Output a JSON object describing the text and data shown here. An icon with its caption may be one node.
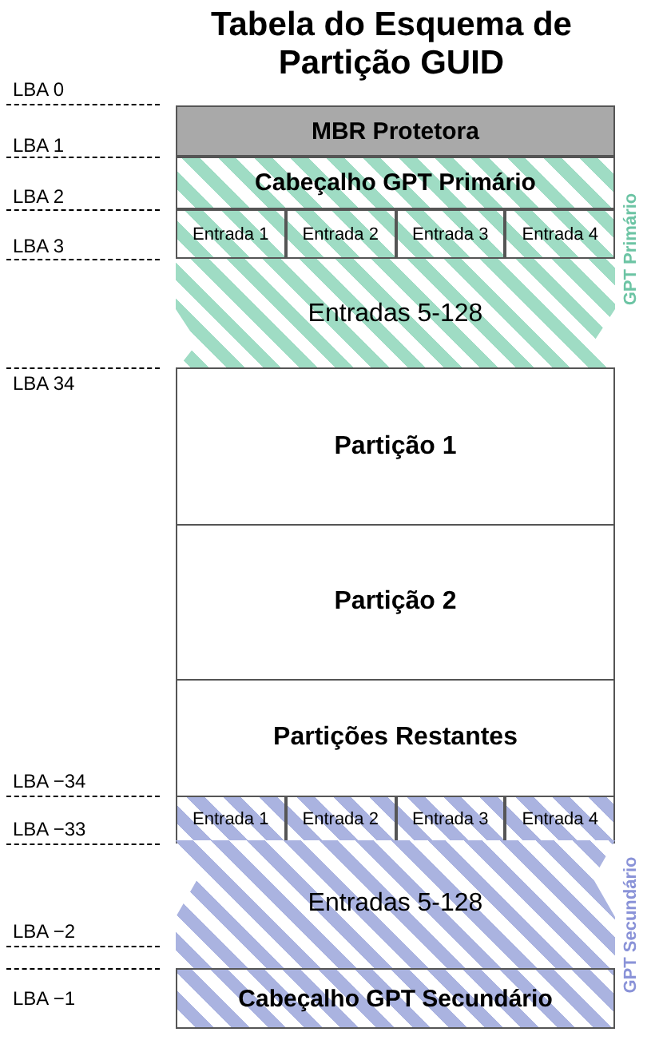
{
  "diagram": {
    "title": "Tabela do Esquema de Partição GUID",
    "nodes": [
      {
        "text": [
          "MBR Protetora"
        ]
      },
      {
        "text": [
          "Cabeçalho GPT Primário"
        ]
      },
      {
        "text": [
          "Entrada 1"
        ]
      },
      {
        "text": [
          "Entrada 2"
        ]
      },
      {
        "text": [
          "Entrada 3"
        ]
      },
      {
        "text": [
          "Entrada 4"
        ]
      },
      {
        "text": [
          "Entradas 5-128"
        ]
      },
      {
        "text": [
          "Partição 1"
        ]
      },
      {
        "text": [
          "Partição 2"
        ]
      },
      {
        "text": [
          "Partições Restantes"
        ]
      },
      {
        "text": [
          "Entrada 1"
        ]
      },
      {
        "text": [
          "Entrada 2"
        ]
      },
      {
        "text": [
          "Entrada 3"
        ]
      },
      {
        "text": [
          "Entrada 4"
        ]
      },
      {
        "text": [
          "Entradas 5-128"
        ]
      },
      {
        "text": [
          "Cabeçalho GPT Secundário"
        ]
      }
    ],
    "edges": [],
    "labels": [
      "LBA 0",
      "LBA 1",
      "LBA 2",
      "LBA 3",
      "LBA 34",
      "LBA −34",
      "LBA −33",
      "LBA −2",
      "LBA −1",
      "GPT Primário",
      "GPT Secundário"
    ]
  }
}
